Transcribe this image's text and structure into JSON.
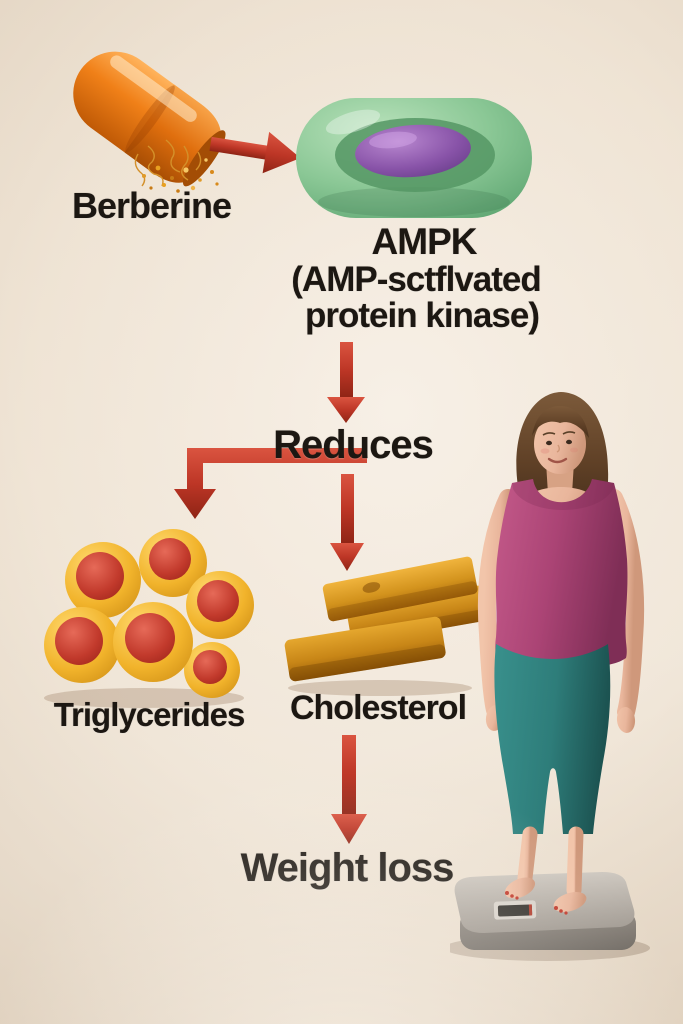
{
  "page": {
    "type": "3d-infographic",
    "topic": "Berberine mechanism and benefits"
  },
  "flow": [
    "Berberine",
    "AMPK",
    "Reduces",
    "Triglycerides",
    "Cholesterol",
    "Weight loss"
  ],
  "labels": {
    "berberine": "Berberine",
    "ampk": "AMPK",
    "ampk_sub1": "(AMP-sctflvated",
    "ampk_sub2": "protein kinase)",
    "reduces": "Reduces",
    "triglycerides": "Triglycerides",
    "cholesterol": "Cholesterol",
    "weight_loss": "Weight loss"
  },
  "icons": {
    "capsule": "orange-capsule-spilling-powder",
    "cell": "green-cell-with-purple-nucleus",
    "arrow_right": "red-3d-arrow-right",
    "arrow_down": "red-3d-arrow-down",
    "elbow_arrow": "red-3d-elbow-arrow-left-down",
    "triglycerides": "cluster-of-six-yellow-lipid-spheres-with-red-cores",
    "cholesterol": "three-stacked-gold-bars",
    "figure": "woman-in-tank-top-and-leggings-standing-on-bathroom-scale"
  },
  "colors": {
    "background_beige": "#ece0d0",
    "text": "#1c1712",
    "arrow_red": "#c23a28",
    "capsule_orange": "#ee7d15",
    "cell_green": "#86c491",
    "nucleus_purple": "#8450a5",
    "triglyceride_yellow": "#f1b32b",
    "triglyceride_core_red": "#c23a2c",
    "cholesterol_amber": "#d3931d",
    "tank_top_magenta": "#ab4475",
    "leggings_teal": "#2e7d7a",
    "scale_silver": "#b3aca4",
    "skin": "#e9b69c",
    "hair_brown": "#5f4026"
  }
}
